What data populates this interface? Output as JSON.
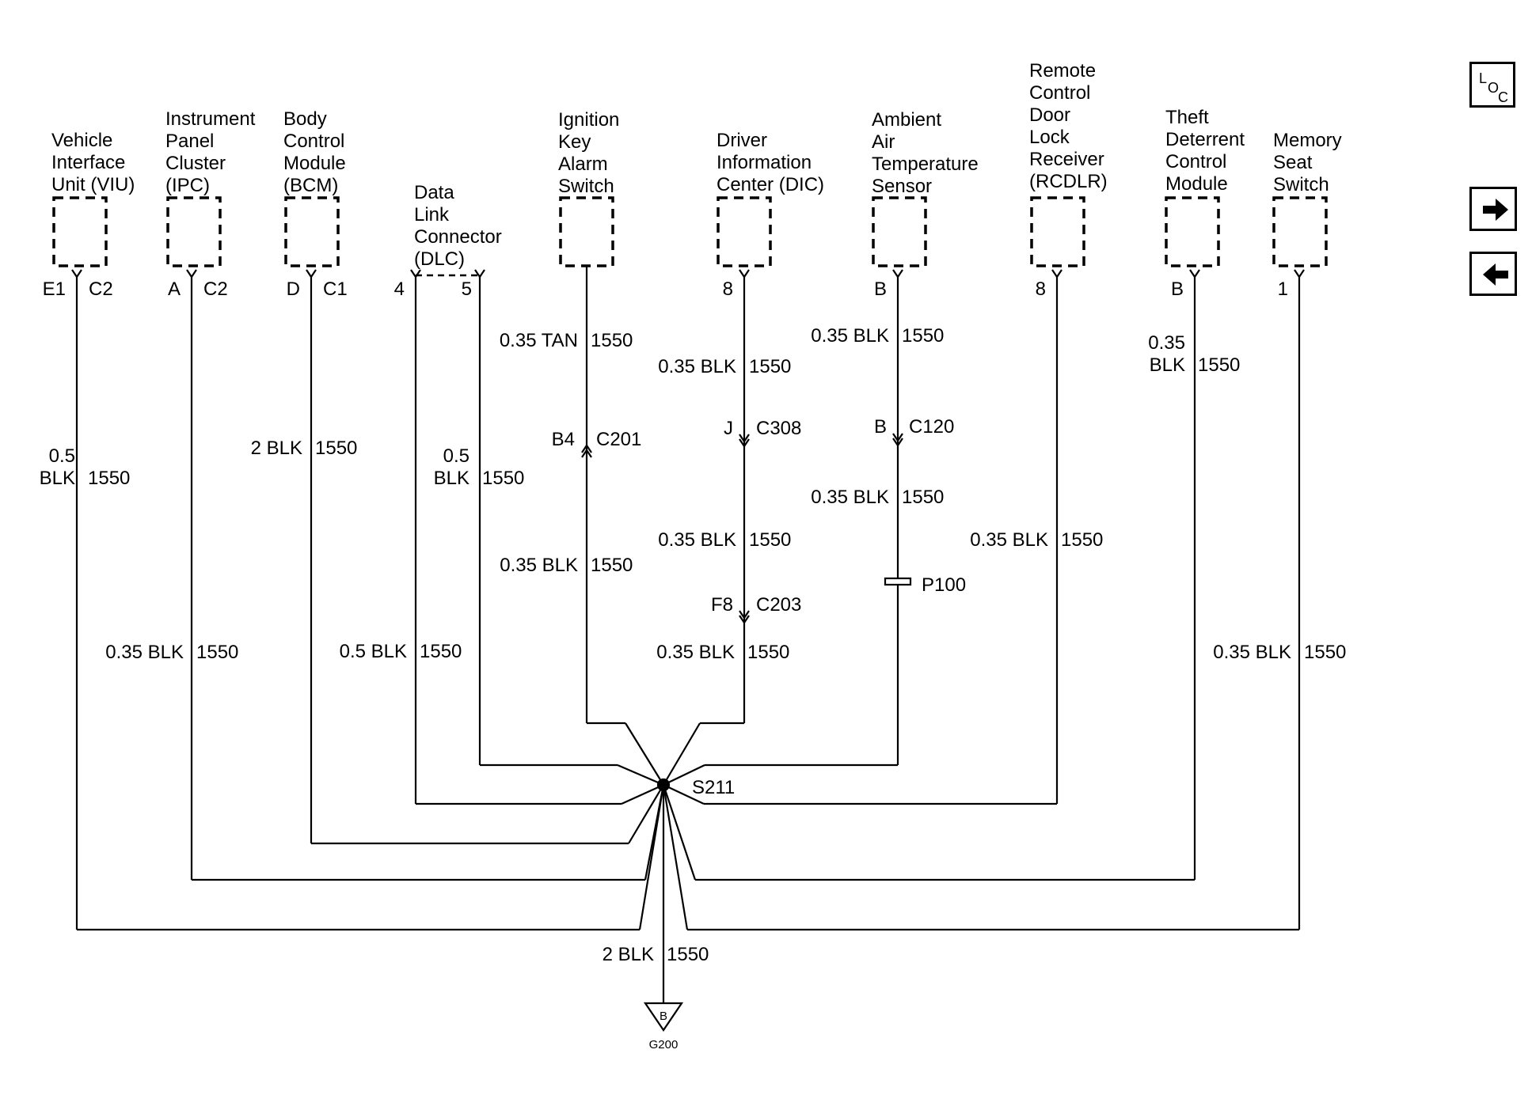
{
  "components": [
    {
      "id": "viu",
      "lines": [
        "Vehicle",
        "Interface",
        "Unit (VIU)"
      ],
      "pin_left": "E1",
      "pin_right": "C2"
    },
    {
      "id": "ipc",
      "lines": [
        "Instrument",
        "Panel",
        "Cluster",
        "(IPC)"
      ],
      "pin_left": "A",
      "pin_right": "C2"
    },
    {
      "id": "bcm",
      "lines": [
        "Body",
        "Control",
        "Module",
        "(BCM)"
      ],
      "pin_left": "D",
      "pin_right": "C1"
    },
    {
      "id": "dlc",
      "lines": [
        "Data",
        "Link",
        "Connector",
        "(DLC)"
      ],
      "pin_left": "4",
      "pin_right": "5"
    },
    {
      "id": "ikas",
      "lines": [
        "Ignition",
        "Key",
        "Alarm",
        "Switch"
      ],
      "pin_left": "",
      "pin_right": ""
    },
    {
      "id": "dic",
      "lines": [
        "Driver",
        "Information",
        "Center (DIC)"
      ],
      "pin_left": "8",
      "pin_right": ""
    },
    {
      "id": "aats",
      "lines": [
        "Ambient",
        "Air",
        "Temperature",
        "Sensor"
      ],
      "pin_left": "B",
      "pin_right": ""
    },
    {
      "id": "rcdlr",
      "lines": [
        "Remote",
        "Control",
        "Door",
        "Lock",
        "Receiver",
        "(RCDLR)"
      ],
      "pin_left": "8",
      "pin_right": ""
    },
    {
      "id": "tdcm",
      "lines": [
        "Theft",
        "Deterrent",
        "Control",
        "Module"
      ],
      "pin_left": "B",
      "pin_right": ""
    },
    {
      "id": "mss",
      "lines": [
        "Memory",
        "Seat",
        "Switch"
      ],
      "pin_left": "1",
      "pin_right": ""
    }
  ],
  "wire_labels": [
    {
      "id": "w-viu",
      "left": [
        "0.5",
        "BLK"
      ],
      "right": "1550"
    },
    {
      "id": "w-ipc",
      "left": [
        "0.35 BLK"
      ],
      "right": "1550"
    },
    {
      "id": "w-bcm",
      "left": [
        "2 BLK"
      ],
      "right": "1550"
    },
    {
      "id": "w-bcm2",
      "left": [
        "0.5 BLK"
      ],
      "right": "1550"
    },
    {
      "id": "w-dlc",
      "left": [
        "0.5",
        "BLK"
      ],
      "right": "1550"
    },
    {
      "id": "w-ikas1",
      "left": [
        "0.35 TAN"
      ],
      "right": "1550"
    },
    {
      "id": "w-ikas2",
      "left": [
        "0.35 BLK"
      ],
      "right": "1550"
    },
    {
      "id": "w-dic1",
      "left": [
        "0.35 BLK"
      ],
      "right": "1550"
    },
    {
      "id": "w-dic2",
      "left": [
        "0.35 BLK"
      ],
      "right": "1550"
    },
    {
      "id": "w-dic3",
      "left": [
        "0.35 BLK"
      ],
      "right": "1550"
    },
    {
      "id": "w-aats1",
      "left": [
        "0.35 BLK"
      ],
      "right": "1550"
    },
    {
      "id": "w-aats2",
      "left": [
        "0.35 BLK"
      ],
      "right": "1550"
    },
    {
      "id": "w-rcdlr",
      "left": [
        "0.35 BLK"
      ],
      "right": "1550"
    },
    {
      "id": "w-tdcm1",
      "left": [
        "0.35",
        "BLK"
      ],
      "right": "1550"
    },
    {
      "id": "w-tdcm2",
      "left": [
        "0.35 BLK"
      ],
      "right": "1550"
    },
    {
      "id": "w-ground",
      "left": [
        "2 BLK"
      ],
      "right": "1550"
    }
  ],
  "connectors": [
    {
      "id": "c201",
      "pin": "B4",
      "name": "C201"
    },
    {
      "id": "c308",
      "pin": "J",
      "name": "C308"
    },
    {
      "id": "c203",
      "pin": "F8",
      "name": "C203"
    },
    {
      "id": "c120",
      "pin": "B",
      "name": "C120"
    }
  ],
  "splice": "S211",
  "pass_through": "P100",
  "ground": {
    "letter": "B",
    "name": "G200"
  },
  "nav": {
    "loc_l": "L",
    "loc_o": "O",
    "loc_c": "C"
  }
}
